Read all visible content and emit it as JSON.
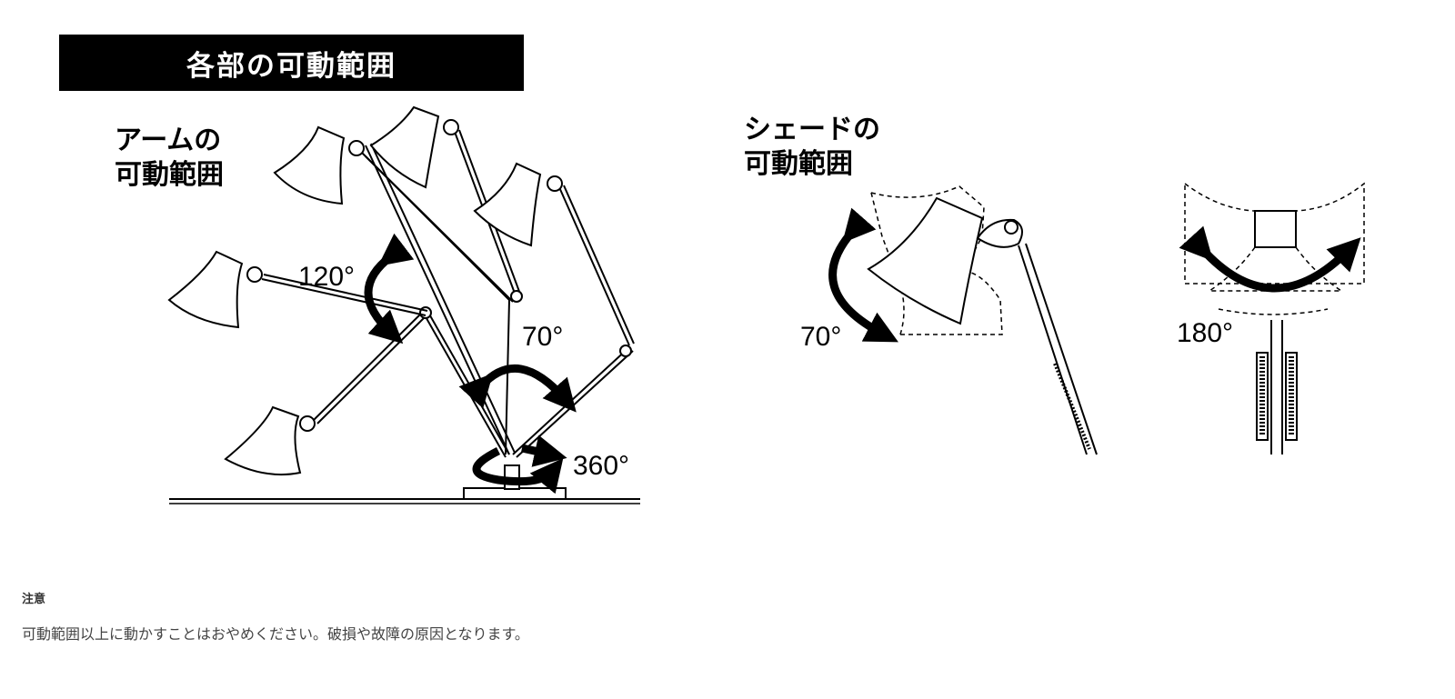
{
  "header": {
    "title": "各部の可動範囲"
  },
  "arm": {
    "label_line1": "アームの",
    "label_line2": "可動範囲",
    "angles": {
      "upper": "120°",
      "lower": "70°",
      "base": "360°"
    }
  },
  "shade": {
    "label_line1": "シェードの",
    "label_line2": "可動範囲",
    "angles": {
      "tilt": "70°",
      "swivel": "180°"
    }
  },
  "caution": {
    "heading": "注意",
    "text": "可動範囲以上に動かすことはおやめください。破損や故障の原因となります。"
  }
}
